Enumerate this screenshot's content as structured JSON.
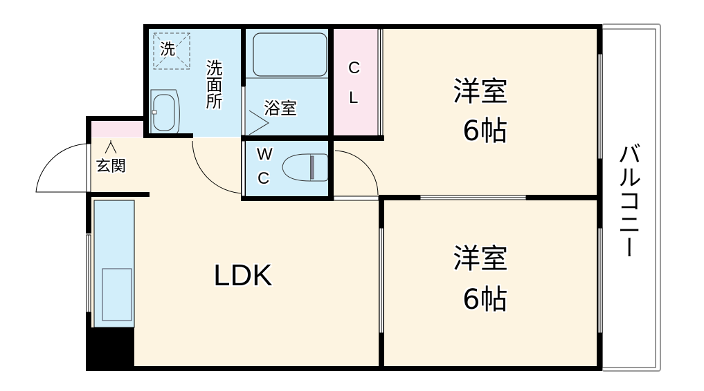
{
  "colors": {
    "wall": "#000000",
    "wet_area": "#d2eefa",
    "living_floor": "#fdf4e1",
    "storage": "#fbe6ee",
    "balcony": "#ffffff",
    "window": "#ffffff"
  },
  "rooms": {
    "washroom": {
      "label": "洗面所",
      "washer_label": "洗"
    },
    "bathroom": {
      "label": "浴室"
    },
    "wc": {
      "label_line1": "W",
      "label_line2": "C"
    },
    "closet": {
      "label_line1": "C",
      "label_line2": "L"
    },
    "entrance": {
      "label": "玄関"
    },
    "ldk": {
      "label": "LDK"
    },
    "western_room_1": {
      "label": "洋室",
      "size": "6帖"
    },
    "western_room_2": {
      "label": "洋室",
      "size": "6帖"
    },
    "balcony": {
      "label": "バルコニー"
    }
  }
}
